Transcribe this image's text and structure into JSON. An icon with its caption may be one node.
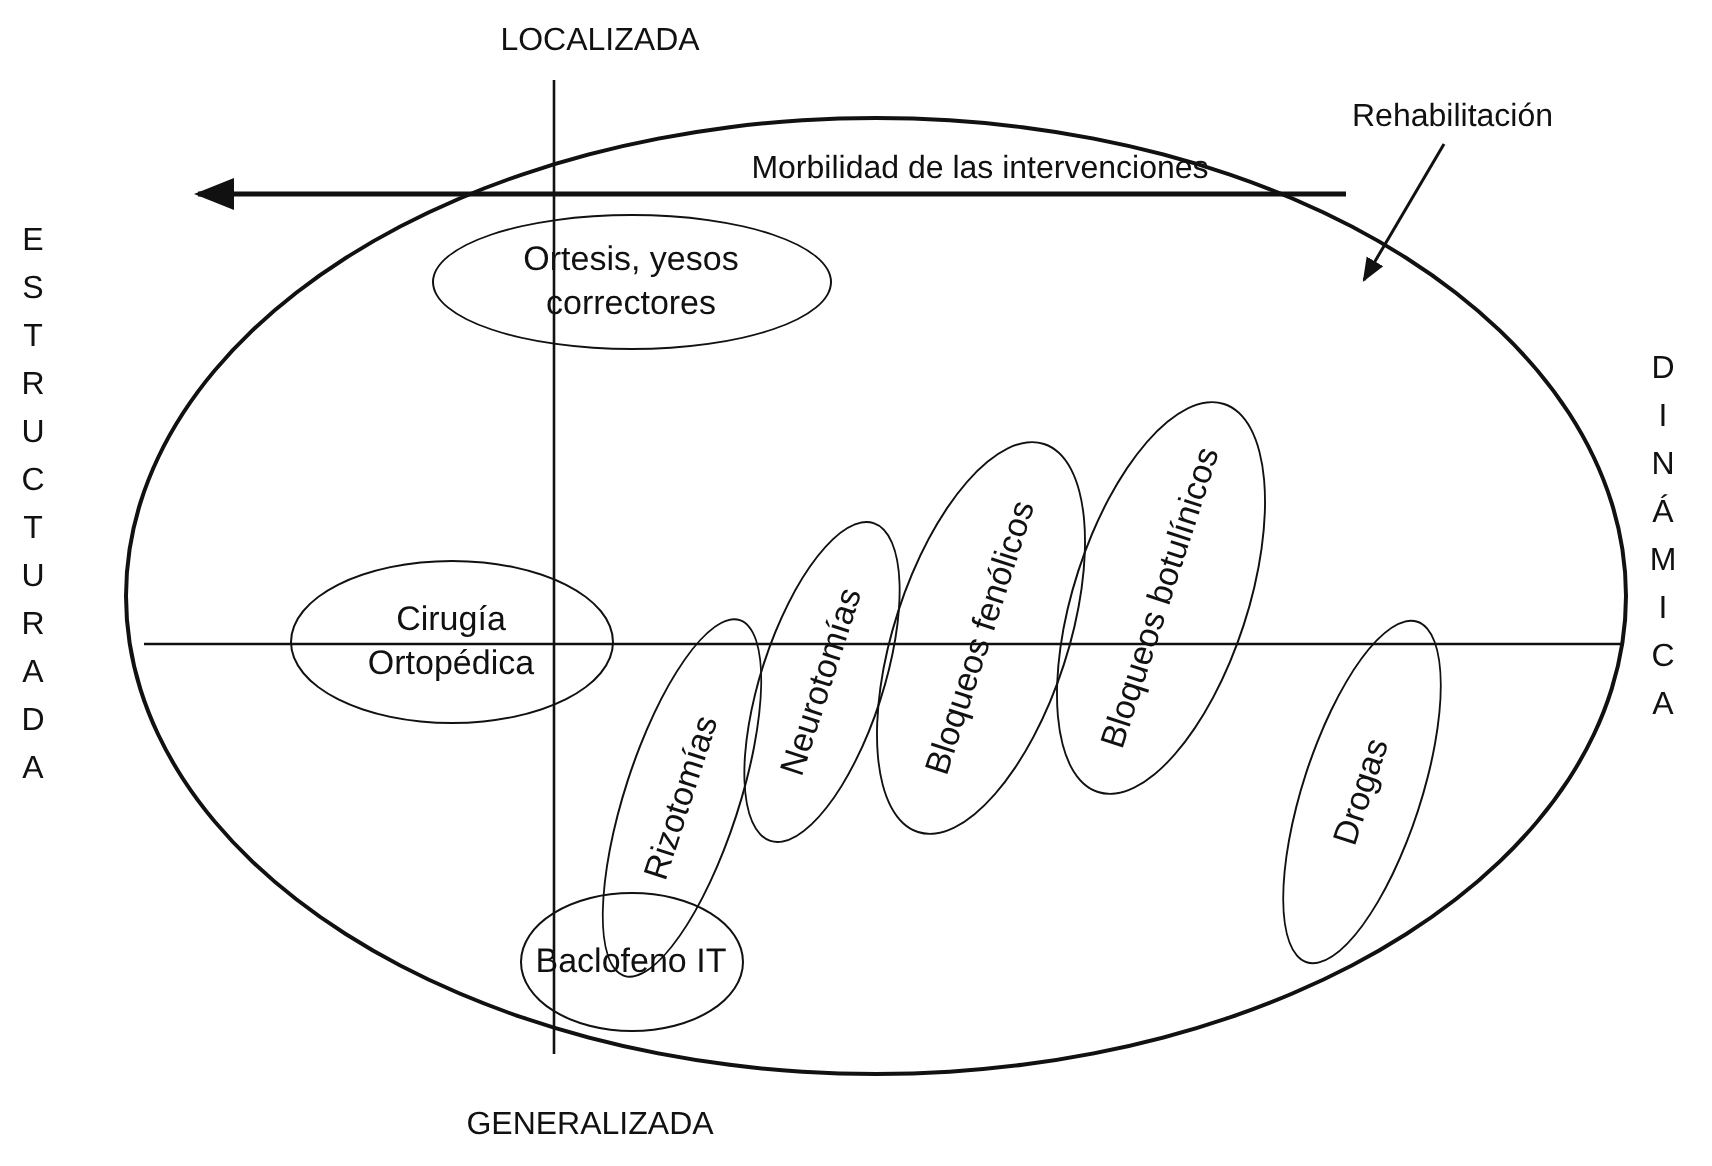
{
  "diagram": {
    "nodes": [
      {
        "text": [],
        "shape": "ellipse"
      },
      {
        "text": [
          "Rehabilitación"
        ]
      },
      {
        "text": [
          "Ortesis, yesos correctores"
        ],
        "in": 0
      },
      {
        "text": [
          "Cirugía Ortopédica"
        ],
        "in": 0
      },
      {
        "text": [
          "Rizotomías"
        ],
        "in": 0
      },
      {
        "text": [
          "Neurotomías"
        ],
        "in": 0
      },
      {
        "text": [
          "Bloqueos fenólicos"
        ],
        "in": 0
      },
      {
        "text": [
          "Bloqueos botulínicos"
        ],
        "in": 0
      },
      {
        "text": [
          "Drogas"
        ],
        "in": 0
      },
      {
        "text": [
          "Baclofeno IT"
        ],
        "in": 0
      }
    ],
    "edges": [
      {
        "from": 1,
        "to": 0,
        "arrow": "to"
      }
    ],
    "labels": [
      "LOCALIZADA",
      "Morbilidad de las intervenciones",
      "ESTRUCTURADA",
      "DINÁMICA",
      "GENERALIZADA"
    ]
  }
}
